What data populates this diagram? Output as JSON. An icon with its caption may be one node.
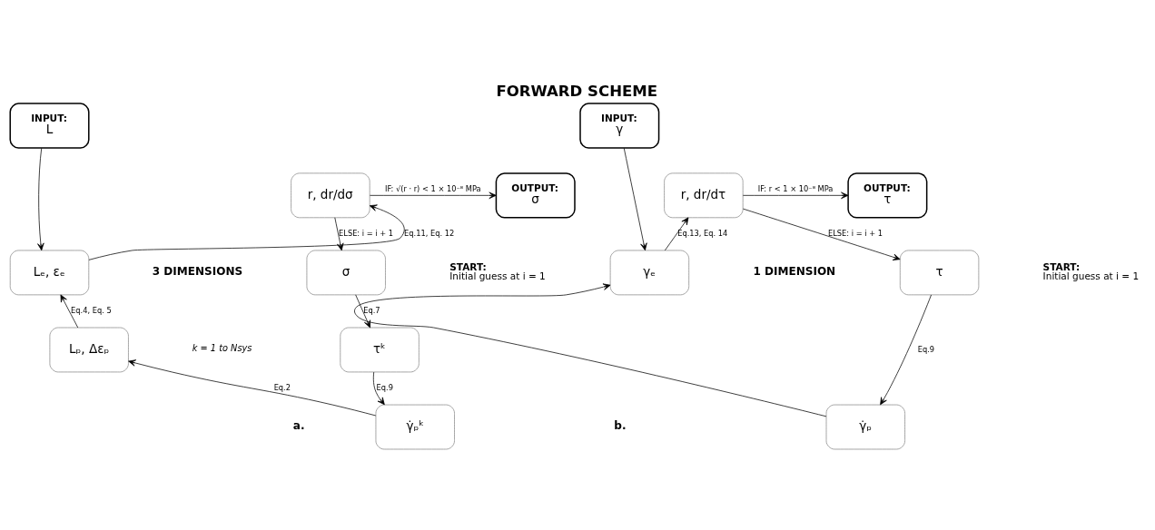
{
  "diagram": {
    "title": "FORWARD SCHEME",
    "nodes": [
      {
        "text": [
          "INPUT:",
          "L"
        ]
      },
      {
        "text": [
          "r, dr/dσ"
        ]
      },
      {
        "text": [
          "OUTPUT:",
          "σ"
        ]
      },
      {
        "text": [
          "Lₑ, εₑ"
        ]
      },
      {
        "text": [
          "σ"
        ],
        "beside": [
          "START:",
          "Initial guess at i = 1"
        ]
      },
      {
        "text": [
          "Lₚ, Δεₚ"
        ]
      },
      {
        "text": [
          "τᵏ"
        ]
      },
      {
        "text": [
          "γ̇ₚᵏ"
        ]
      },
      {
        "text": [
          "INPUT:",
          "γ"
        ]
      },
      {
        "text": [
          "r, dr/dτ"
        ]
      },
      {
        "text": [
          "OUTPUT:",
          "τ"
        ]
      },
      {
        "text": [
          "γₑ"
        ]
      },
      {
        "text": [
          "τ"
        ],
        "beside": [
          "START:",
          "Initial guess at i = 1"
        ]
      },
      {
        "text": [
          "γ̇ₚ"
        ]
      }
    ],
    "edges": [
      {
        "from": 0,
        "to": 3,
        "arrow": "to"
      },
      {
        "from": 3,
        "to": 1,
        "arrow": "to",
        "label": "Eq.11, Eq. 12"
      },
      {
        "from": 1,
        "to": 2,
        "arrow": "to",
        "label": "IF: √(r · r) < 1 × 10⁻⁸ MPa"
      },
      {
        "from": 1,
        "to": 4,
        "arrow": "to",
        "label": "ELSE: i = i + 1"
      },
      {
        "from": 4,
        "to": 6,
        "arrow": "to",
        "label": "Eq.7"
      },
      {
        "from": 6,
        "to": 7,
        "arrow": "to",
        "label": "Eq.9"
      },
      {
        "from": 7,
        "to": 5,
        "arrow": "to",
        "label": "Eq.2"
      },
      {
        "from": 5,
        "to": 3,
        "arrow": "to",
        "label": "Eq.4, Eq. 5"
      },
      {
        "from": 8,
        "to": 11,
        "arrow": "to"
      },
      {
        "from": 11,
        "to": 9,
        "arrow": "to",
        "label": "Eq.13, Eq. 14"
      },
      {
        "from": 9,
        "to": 10,
        "arrow": "to",
        "label": "IF: r < 1 × 10⁻⁸ MPa"
      },
      {
        "from": 9,
        "to": 12,
        "arrow": "to",
        "label": "ELSE: i = i + 1"
      },
      {
        "from": 12,
        "to": 13,
        "arrow": "to",
        "label": "Eq.9"
      },
      {
        "from": 13,
        "to": 11,
        "arrow": "to"
      }
    ],
    "labels": [
      "3 DIMENSIONS",
      "k = 1 to Nsys",
      "1 DIMENSION",
      "a.",
      "b."
    ]
  }
}
